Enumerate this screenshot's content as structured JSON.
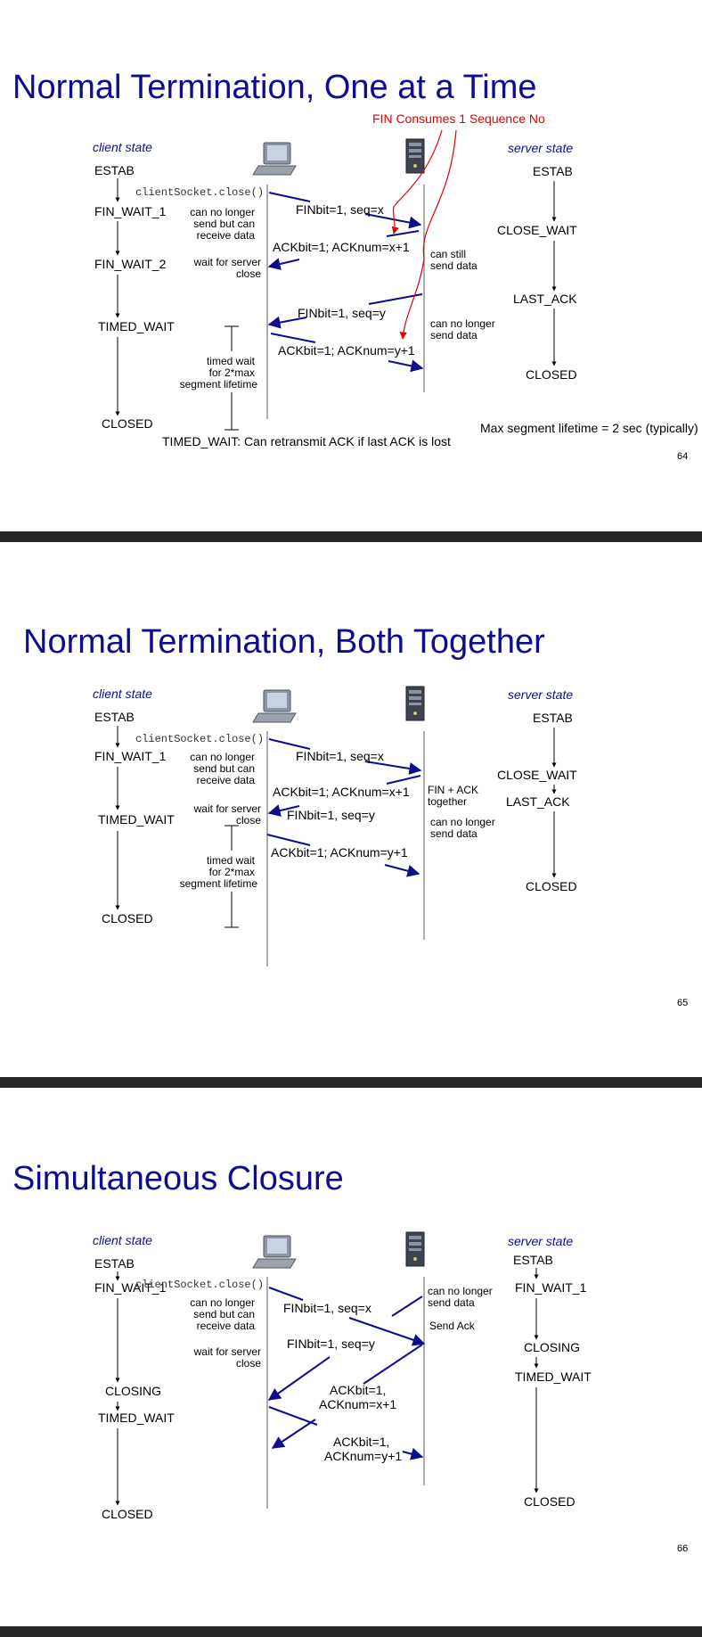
{
  "colors": {
    "title": "#0d0d8f",
    "arrow": "#0d0d8f",
    "red": "#e60000",
    "bar": "#262626"
  },
  "icons": {
    "client": "laptop-icon",
    "server": "server-tower-icon"
  },
  "slides": [
    {
      "title": "Normal Termination, One at a Time",
      "client_header": "client state",
      "server_header": "server state",
      "close_call": "clientSocket.close()",
      "client_states": [
        "ESTAB",
        "FIN_WAIT_1",
        "FIN_WAIT_2",
        "TIMED_WAIT",
        "CLOSED"
      ],
      "server_states": [
        "ESTAB",
        "CLOSE_WAIT",
        "LAST_ACK",
        "CLOSED"
      ],
      "client_notes": [
        [
          "can no longer",
          "send but can",
          "receive data"
        ],
        [
          "wait for server",
          "close"
        ],
        [
          "timed wait",
          "for 2*max",
          "segment lifetime"
        ]
      ],
      "server_notes": [
        [
          "can still",
          "send data"
        ],
        [
          "can no longer",
          "send data"
        ]
      ],
      "messages": [
        "FINbit=1, seq=x",
        "ACKbit=1; ACKnum=x+1",
        "FINbit=1, seq=y",
        "ACKbit=1; ACKnum=y+1"
      ],
      "red_note": "FIN Consumes 1 Sequence No",
      "bottom_note": "TIMED_WAIT: Can retransmit ACK if last ACK is lost",
      "side_note": "Max segment lifetime = 2 sec (typically)",
      "page": "64"
    },
    {
      "title": "Normal Termination, Both Together",
      "client_header": "client state",
      "server_header": "server state",
      "close_call": "clientSocket.close()",
      "client_states": [
        "ESTAB",
        "FIN_WAIT_1",
        "TIMED_WAIT",
        "CLOSED"
      ],
      "server_states": [
        "ESTAB",
        "CLOSE_WAIT",
        "LAST_ACK",
        "CLOSED"
      ],
      "client_notes": [
        [
          "can no longer",
          "send but can",
          "receive data"
        ],
        [
          "wait for server",
          "close"
        ],
        [
          "timed wait",
          "for 2*max",
          "segment lifetime"
        ]
      ],
      "server_notes": [
        [
          "FIN + ACK",
          "together"
        ],
        [
          "can no longer",
          "send data"
        ]
      ],
      "messages": [
        "FINbit=1, seq=x",
        "ACKbit=1; ACKnum=x+1",
        "FINbit=1, seq=y",
        "ACKbit=1; ACKnum=y+1"
      ],
      "page": "65"
    },
    {
      "title": "Simultaneous Closure",
      "client_header": "client state",
      "server_header": "server state",
      "close_call": "clientSocket.close()",
      "client_states": [
        "ESTAB",
        "FIN_WAIT_1",
        "CLOSING",
        "TIMED_WAIT",
        "CLOSED"
      ],
      "server_states": [
        "ESTAB",
        "FIN_WAIT_1",
        "CLOSING",
        "TIMED_WAIT",
        "CLOSED"
      ],
      "client_notes": [
        [
          "can no longer",
          "send but can",
          "receive data"
        ],
        [
          "wait for server",
          "close"
        ]
      ],
      "server_notes": [
        [
          "can no longer",
          "send data"
        ],
        [
          "Send Ack"
        ]
      ],
      "messages": [
        "FINbit=1, seq=x",
        "FINbit=1, seq=y",
        [
          "ACKbit=1,",
          "ACKnum=x+1"
        ],
        [
          "ACKbit=1,",
          "ACKnum=y+1"
        ]
      ],
      "page": "66"
    }
  ]
}
